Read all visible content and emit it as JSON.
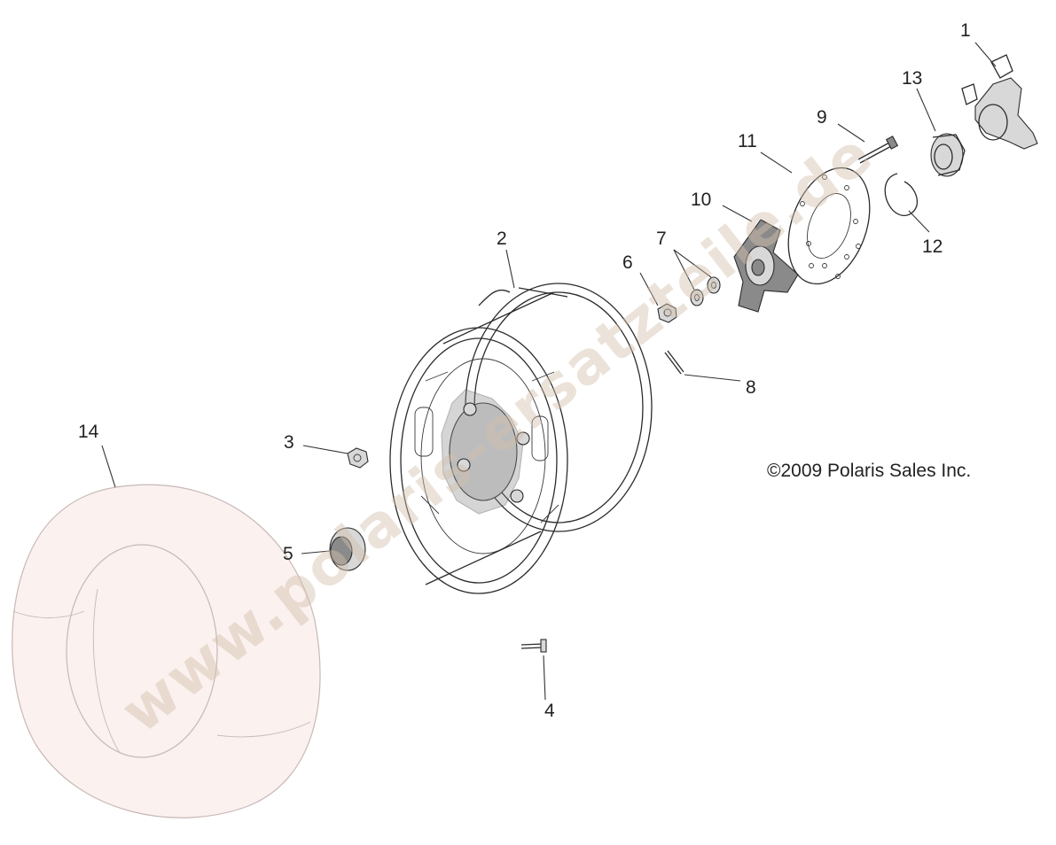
{
  "callouts": {
    "c1": "1",
    "c2": "2",
    "c3": "3",
    "c4": "4",
    "c5": "5",
    "c6": "6",
    "c7": "7",
    "c8": "8",
    "c9": "9",
    "c10": "10",
    "c11": "11",
    "c12": "12",
    "c13": "13",
    "c14": "14"
  },
  "copyright": "©2009 Polaris Sales Inc.",
  "watermark": "www.polaris-ersatzteile.de"
}
